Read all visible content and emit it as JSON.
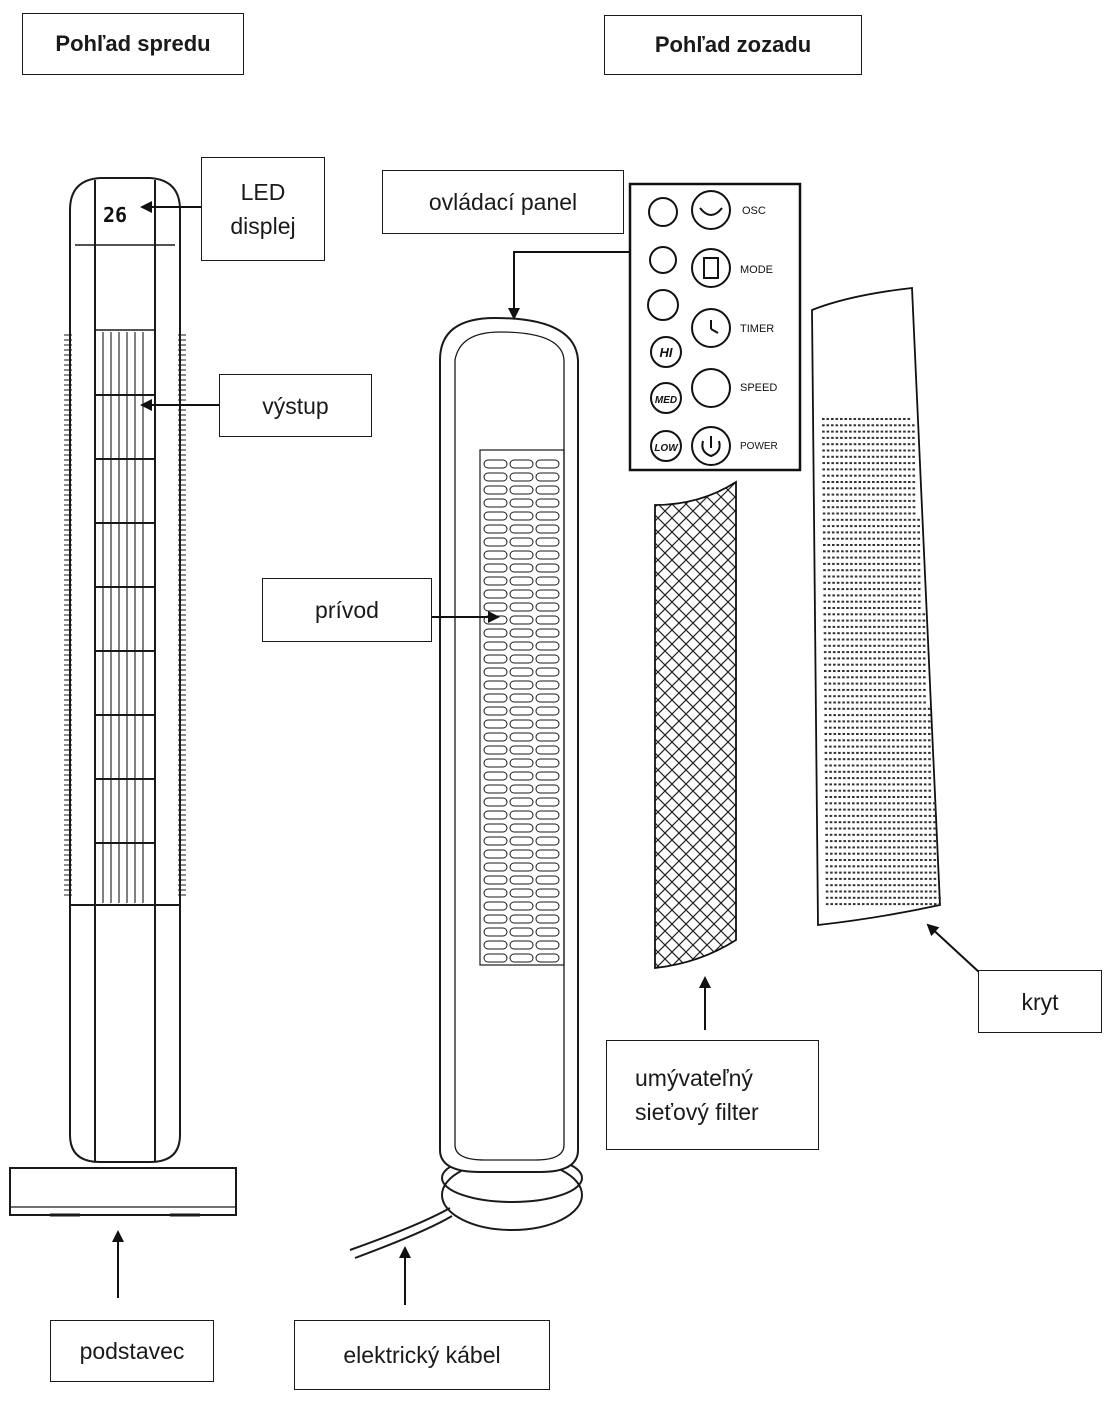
{
  "headings": {
    "front_view": "Pohľad spredu",
    "rear_view": "Pohľad zozadu"
  },
  "labels": {
    "led_display_line1": "LED",
    "led_display_line2": "displej",
    "control_panel": "ovládací panel",
    "outlet": "výstup",
    "inlet": "prívod",
    "base": "podstavec",
    "power_cable": "elektrický kábel",
    "filter_line1": "umývateľný",
    "filter_line2": "sieťový filter",
    "cover": "kryt"
  },
  "display_readout": "26",
  "control_panel_buttons": {
    "osc": "OSC",
    "mode": "MODE",
    "timer": "TIMER",
    "speed": "SPEED",
    "power": "POWER",
    "hi": "HI",
    "med": "MED",
    "low": "LOW"
  }
}
